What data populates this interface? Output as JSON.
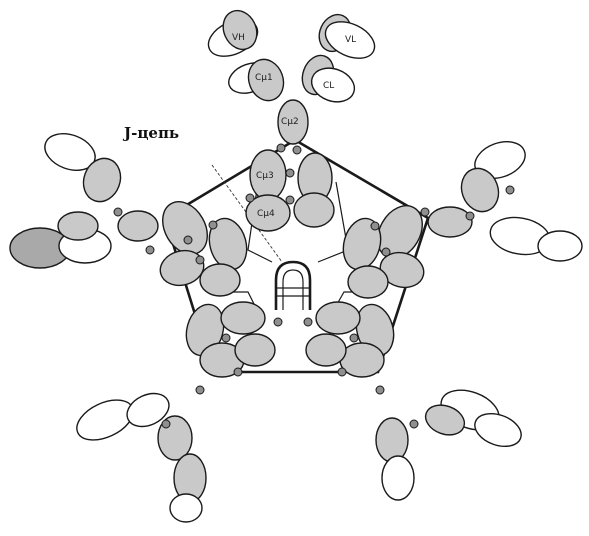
{
  "labels": {
    "j_chain": "J-цепь",
    "vh": "VH",
    "vl": "VL",
    "cmu1": "Cμ1",
    "cl": "CL",
    "cmu2": "Cμ2",
    "cmu3": "Cμ3",
    "cmu4": "Cμ4"
  }
}
